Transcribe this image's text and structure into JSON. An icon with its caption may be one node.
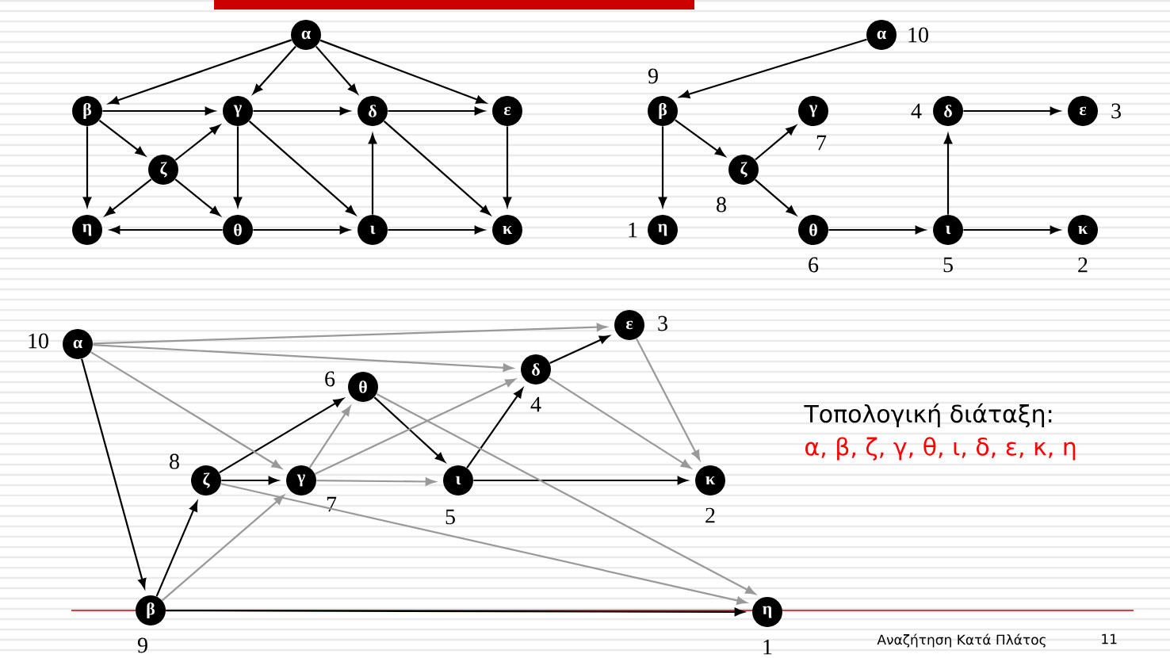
{
  "diagram": {
    "nodes": [
      {
        "text": [
          "α"
        ]
      },
      {
        "text": [
          "β"
        ]
      },
      {
        "text": [
          "γ"
        ]
      },
      {
        "text": [
          "δ"
        ]
      },
      {
        "text": [
          "ε"
        ]
      },
      {
        "text": [
          "ζ"
        ]
      },
      {
        "text": [
          "η"
        ]
      },
      {
        "text": [
          "θ"
        ]
      },
      {
        "text": [
          "ι"
        ]
      },
      {
        "text": [
          "κ"
        ]
      },
      {
        "text": [
          "α"
        ],
        "beside": [
          "10"
        ]
      },
      {
        "text": [
          "β"
        ],
        "beside": [
          "9"
        ]
      },
      {
        "text": [
          "γ"
        ],
        "beside": [
          "7"
        ]
      },
      {
        "text": [
          "δ"
        ],
        "beside": [
          "4"
        ]
      },
      {
        "text": [
          "ε"
        ],
        "beside": [
          "3"
        ]
      },
      {
        "text": [
          "ζ"
        ],
        "beside": [
          "8"
        ]
      },
      {
        "text": [
          "η"
        ],
        "beside": [
          "1"
        ]
      },
      {
        "text": [
          "θ"
        ],
        "beside": [
          "6"
        ]
      },
      {
        "text": [
          "ι"
        ],
        "beside": [
          "5"
        ]
      },
      {
        "text": [
          "κ"
        ],
        "beside": [
          "2"
        ]
      },
      {
        "text": [
          "α"
        ],
        "beside": [
          "10"
        ]
      },
      {
        "text": [
          "β"
        ],
        "beside": [
          "9"
        ]
      },
      {
        "text": [
          "ζ"
        ],
        "beside": [
          "8"
        ]
      },
      {
        "text": [
          "γ"
        ],
        "beside": [
          "7"
        ]
      },
      {
        "text": [
          "θ"
        ],
        "beside": [
          "6"
        ]
      },
      {
        "text": [
          "ι"
        ],
        "beside": [
          "5"
        ]
      },
      {
        "text": [
          "δ"
        ],
        "beside": [
          "4"
        ]
      },
      {
        "text": [
          "ε"
        ],
        "beside": [
          "3"
        ]
      },
      {
        "text": [
          "κ"
        ],
        "beside": [
          "2"
        ]
      },
      {
        "text": [
          "η"
        ],
        "beside": [
          "1"
        ]
      }
    ],
    "edges": [
      {
        "from": 0,
        "to": 1,
        "arrow": "to"
      },
      {
        "from": 0,
        "to": 2,
        "arrow": "to"
      },
      {
        "from": 0,
        "to": 3,
        "arrow": "to"
      },
      {
        "from": 0,
        "to": 4,
        "arrow": "to"
      },
      {
        "from": 1,
        "to": 2,
        "arrow": "to"
      },
      {
        "from": 2,
        "to": 3,
        "arrow": "to"
      },
      {
        "from": 3,
        "to": 4,
        "arrow": "to"
      },
      {
        "from": 1,
        "to": 5,
        "arrow": "to"
      },
      {
        "from": 1,
        "to": 6,
        "arrow": "to"
      },
      {
        "from": 5,
        "to": 2,
        "arrow": "to"
      },
      {
        "from": 5,
        "to": 6,
        "arrow": "to"
      },
      {
        "from": 5,
        "to": 7,
        "arrow": "to"
      },
      {
        "from": 2,
        "to": 7,
        "arrow": "to"
      },
      {
        "from": 2,
        "to": 8,
        "arrow": "to"
      },
      {
        "from": 8,
        "to": 3,
        "arrow": "to"
      },
      {
        "from": 3,
        "to": 9,
        "arrow": "to"
      },
      {
        "from": 4,
        "to": 9,
        "arrow": "to"
      },
      {
        "from": 7,
        "to": 6,
        "arrow": "to"
      },
      {
        "from": 7,
        "to": 8,
        "arrow": "to"
      },
      {
        "from": 8,
        "to": 9,
        "arrow": "to"
      },
      {
        "from": 10,
        "to": 11,
        "arrow": "to"
      },
      {
        "from": 11,
        "to": 15,
        "arrow": "to"
      },
      {
        "from": 11,
        "to": 16,
        "arrow": "to"
      },
      {
        "from": 15,
        "to": 12,
        "arrow": "to"
      },
      {
        "from": 15,
        "to": 17,
        "arrow": "to"
      },
      {
        "from": 17,
        "to": 18,
        "arrow": "to"
      },
      {
        "from": 18,
        "to": 13,
        "arrow": "to"
      },
      {
        "from": 18,
        "to": 19,
        "arrow": "to"
      },
      {
        "from": 13,
        "to": 14,
        "arrow": "to"
      },
      {
        "from": 20,
        "to": 21,
        "arrow": "to"
      },
      {
        "from": 21,
        "to": 22,
        "arrow": "to"
      },
      {
        "from": 22,
        "to": 23,
        "arrow": "to"
      },
      {
        "from": 22,
        "to": 24,
        "arrow": "to"
      },
      {
        "from": 24,
        "to": 25,
        "arrow": "to"
      },
      {
        "from": 25,
        "to": 26,
        "arrow": "to"
      },
      {
        "from": 26,
        "to": 27,
        "arrow": "to"
      },
      {
        "from": 25,
        "to": 28,
        "arrow": "to"
      },
      {
        "from": 21,
        "to": 29,
        "arrow": "to"
      },
      {
        "from": 20,
        "to": 27,
        "arrow": "to",
        "color": "#999999"
      },
      {
        "from": 20,
        "to": 26,
        "arrow": "to",
        "color": "#999999"
      },
      {
        "from": 20,
        "to": 23,
        "arrow": "to",
        "color": "#999999"
      },
      {
        "from": 27,
        "to": 28,
        "arrow": "to",
        "color": "#999999"
      },
      {
        "from": 26,
        "to": 28,
        "arrow": "to",
        "color": "#999999"
      },
      {
        "from": 23,
        "to": 24,
        "arrow": "to",
        "color": "#999999"
      },
      {
        "from": 23,
        "to": 26,
        "arrow": "to",
        "color": "#999999"
      },
      {
        "from": 23,
        "to": 25,
        "arrow": "to",
        "color": "#999999"
      },
      {
        "from": 21,
        "to": 23,
        "arrow": "to",
        "color": "#999999"
      },
      {
        "from": 22,
        "to": 29,
        "arrow": "to",
        "color": "#999999"
      },
      {
        "from": 24,
        "to": 29,
        "arrow": "to",
        "color": "#999999"
      }
    ],
    "labels": [
      "Τοπολογική διάταξη:",
      "α, β, ζ, γ, θ, ι, δ, ε, κ, η",
      "Αναζήτηση Κατά Πλάτος",
      "11"
    ]
  }
}
